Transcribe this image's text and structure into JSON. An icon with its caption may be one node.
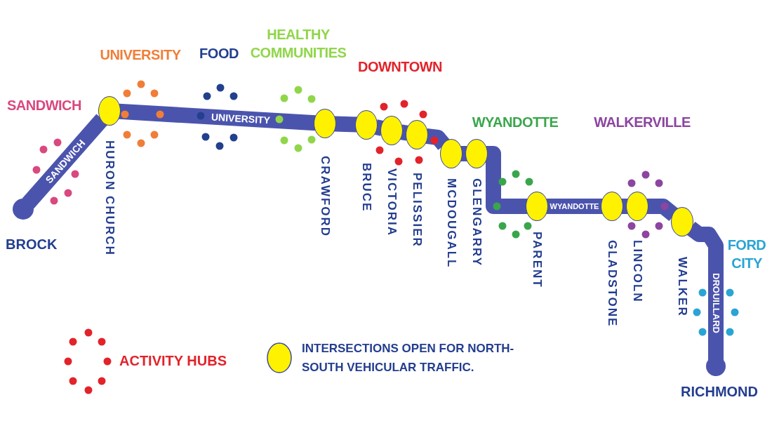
{
  "diagram": {
    "nodes": [
      {
        "text": [],
        "shape": "circle",
        "beside": [
          "BROCK"
        ]
      },
      {
        "text": [],
        "shape": "circle",
        "beside": [
          "HURON CHURCH"
        ]
      },
      {
        "text": [],
        "shape": "circle",
        "beside": [
          "CRAWFORD"
        ]
      },
      {
        "text": [],
        "shape": "circle",
        "beside": [
          "BRUCE"
        ]
      },
      {
        "text": [],
        "shape": "circle",
        "beside": [
          "VICTORIA"
        ]
      },
      {
        "text": [],
        "shape": "circle",
        "beside": [
          "PELISSIER"
        ]
      },
      {
        "text": [],
        "shape": "circle",
        "beside": [
          "MCDOUGALL"
        ]
      },
      {
        "text": [],
        "shape": "circle",
        "beside": [
          "GLENGARRY"
        ]
      },
      {
        "text": [],
        "shape": "circle",
        "beside": [
          "PARENT"
        ]
      },
      {
        "text": [],
        "shape": "circle",
        "beside": [
          "GLADSTONE"
        ]
      },
      {
        "text": [],
        "shape": "circle",
        "beside": [
          "LINCOLN"
        ]
      },
      {
        "text": [],
        "shape": "circle",
        "beside": [
          "WALKER"
        ]
      },
      {
        "text": [],
        "shape": "circle",
        "beside": [
          "RICHMOND"
        ]
      }
    ],
    "edges": [
      {
        "from": 0,
        "to": 1,
        "arrow": "none",
        "label": "SANDWICH"
      },
      {
        "from": 1,
        "to": 2,
        "arrow": "none",
        "label": "UNIVERSITY"
      },
      {
        "from": 2,
        "to": 3,
        "arrow": "none"
      },
      {
        "from": 3,
        "to": 4,
        "arrow": "none"
      },
      {
        "from": 4,
        "to": 5,
        "arrow": "none"
      },
      {
        "from": 5,
        "to": 6,
        "arrow": "none"
      },
      {
        "from": 6,
        "to": 7,
        "arrow": "none"
      },
      {
        "from": 7,
        "to": 8,
        "arrow": "none"
      },
      {
        "from": 8,
        "to": 9,
        "arrow": "none",
        "label": "WYANDOTTE"
      },
      {
        "from": 9,
        "to": 10,
        "arrow": "none"
      },
      {
        "from": 10,
        "to": 11,
        "arrow": "none"
      },
      {
        "from": 11,
        "to": 12,
        "arrow": "none",
        "label": "DROUILLARD"
      }
    ],
    "labels": [
      "SANDWICH",
      "UNIVERSITY",
      "FOOD",
      "HEALTHY COMMUNITIES",
      "DOWNTOWN",
      "WYANDOTTE",
      "WALKERVILLE",
      "FORD CITY"
    ],
    "legend": [
      {
        "text": "ACTIVITY HUBS"
      },
      {
        "text": "INTERSECTIONS OPEN FOR NORTH-SOUTH VEHICULAR TRAFFIC.",
        "color": "#fff200"
      }
    ]
  }
}
